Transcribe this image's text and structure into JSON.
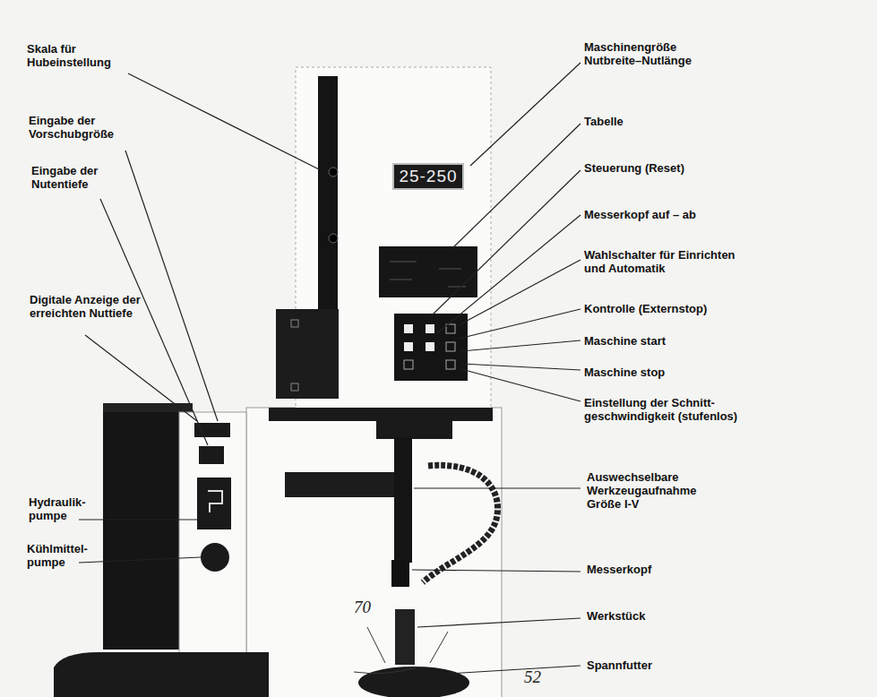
{
  "diagram": {
    "nodes": [
      {
        "text": [
          "25-250"
        ]
      }
    ],
    "labels": [
      "Skala für Hubeinstellung",
      "Eingabe der Vorschubgröße",
      "Eingabe der Nutentiefe",
      "Digitale Anzeige der erreichten Nuttiefe",
      "Hydraulik-pumpe",
      "Kühlmittel-pumpe",
      "Maschinengröße Nutbreite–Nutlänge",
      "Tabelle",
      "Steuerung (Reset)",
      "Messerkopf auf – ab",
      "Wahlschalter für Einrichten und Automatik",
      "Kontrolle (Externstop)",
      "Maschine start",
      "Maschine stop",
      "Einstellung der Schnitt-geschwindigkeit (stufenlos)",
      "Auswechselbare Werkzeugaufnahme Größe I-V",
      "Messerkopf",
      "Werkstück",
      "Spannfutter",
      "70",
      "52"
    ]
  }
}
